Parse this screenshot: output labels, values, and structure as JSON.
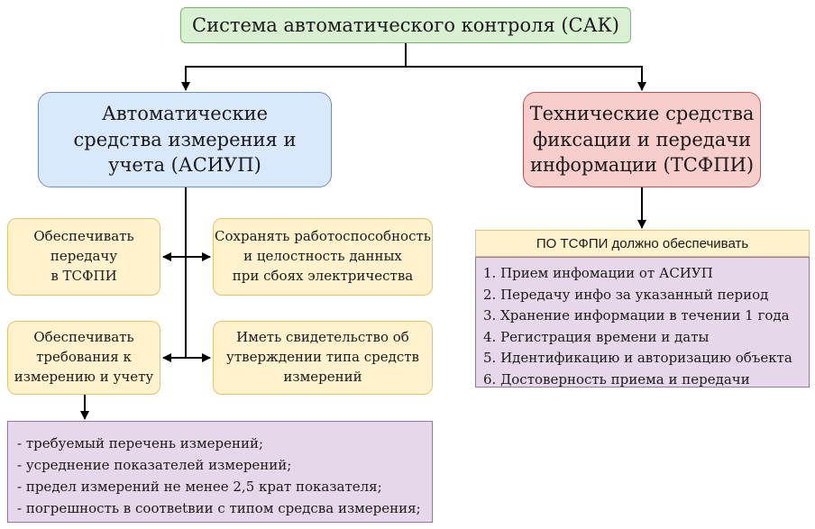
{
  "root": {
    "text": "Система автоматического контроля (САК)"
  },
  "asiup": {
    "lines": [
      "Автоматические",
      "средства измерения и",
      "учета (АСИУП)"
    ]
  },
  "tsfpi": {
    "lines": [
      "Технические средства",
      "фиксации и передачи",
      "информации (ТСФПИ)"
    ]
  },
  "tasks": [
    {
      "lines": [
        "Обеспечивать",
        "передачу",
        "в ТСФПИ"
      ]
    },
    {
      "lines": [
        "Сохранять работоспособность",
        "и целостность данных",
        "при сбоях электричества"
      ]
    },
    {
      "lines": [
        "Обеспечивать",
        "требования к",
        "измерению и учету"
      ]
    },
    {
      "lines": [
        "Иметь свидетельство об",
        "утверждении типа средств",
        "измерений"
      ]
    }
  ],
  "requirements": [
    "- требуемый перечень измерений;",
    "- усреднение показателей измерений;",
    "- предел измерений не менее 2,5 крат показателя;",
    "- погрешность в соотвеtвии с типом средсва измерения;"
  ],
  "po": {
    "header": "ПО ТСФПИ должно обеспечивать",
    "items": [
      "1. Прием инфомации от АСИУП",
      "2. Передачу инфо за указанный период",
      "3. Хранение информации в течении 1 года",
      "4. Регистрация времени и даты",
      "5. Идентификацию и авторизацию объекта",
      "6. Достоверность приема и передачи"
    ]
  }
}
